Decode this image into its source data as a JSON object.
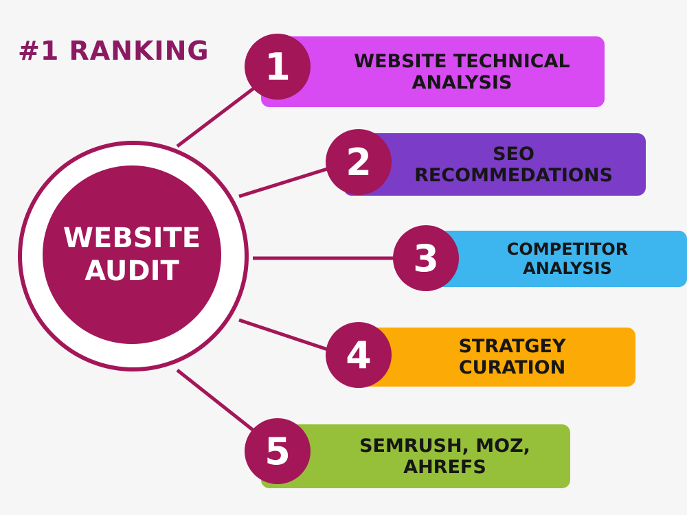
{
  "ranking": "#1 RANKING",
  "center": {
    "line1": "WEBSITE",
    "line2": "AUDIT"
  },
  "colors": {
    "primary": "#a31658",
    "ranking_text": "#8b1a63",
    "background": "#f6f6f6"
  },
  "steps": [
    {
      "number": "1",
      "label": "WEBSITE TECHNICAL\nANALYSIS",
      "color": "#d84bf3"
    },
    {
      "number": "2",
      "label": "SEO\nRECOMMEDATIONS",
      "color": "#7b3cc8"
    },
    {
      "number": "3",
      "label": "COMPETITOR\nANALYSIS",
      "color": "#3db5ee"
    },
    {
      "number": "4",
      "label": "STRATGEY\nCURATION",
      "color": "#fcaa05"
    },
    {
      "number": "5",
      "label": "SEMRUSH, MOZ,\nAHREFS",
      "color": "#96c03a"
    }
  ]
}
